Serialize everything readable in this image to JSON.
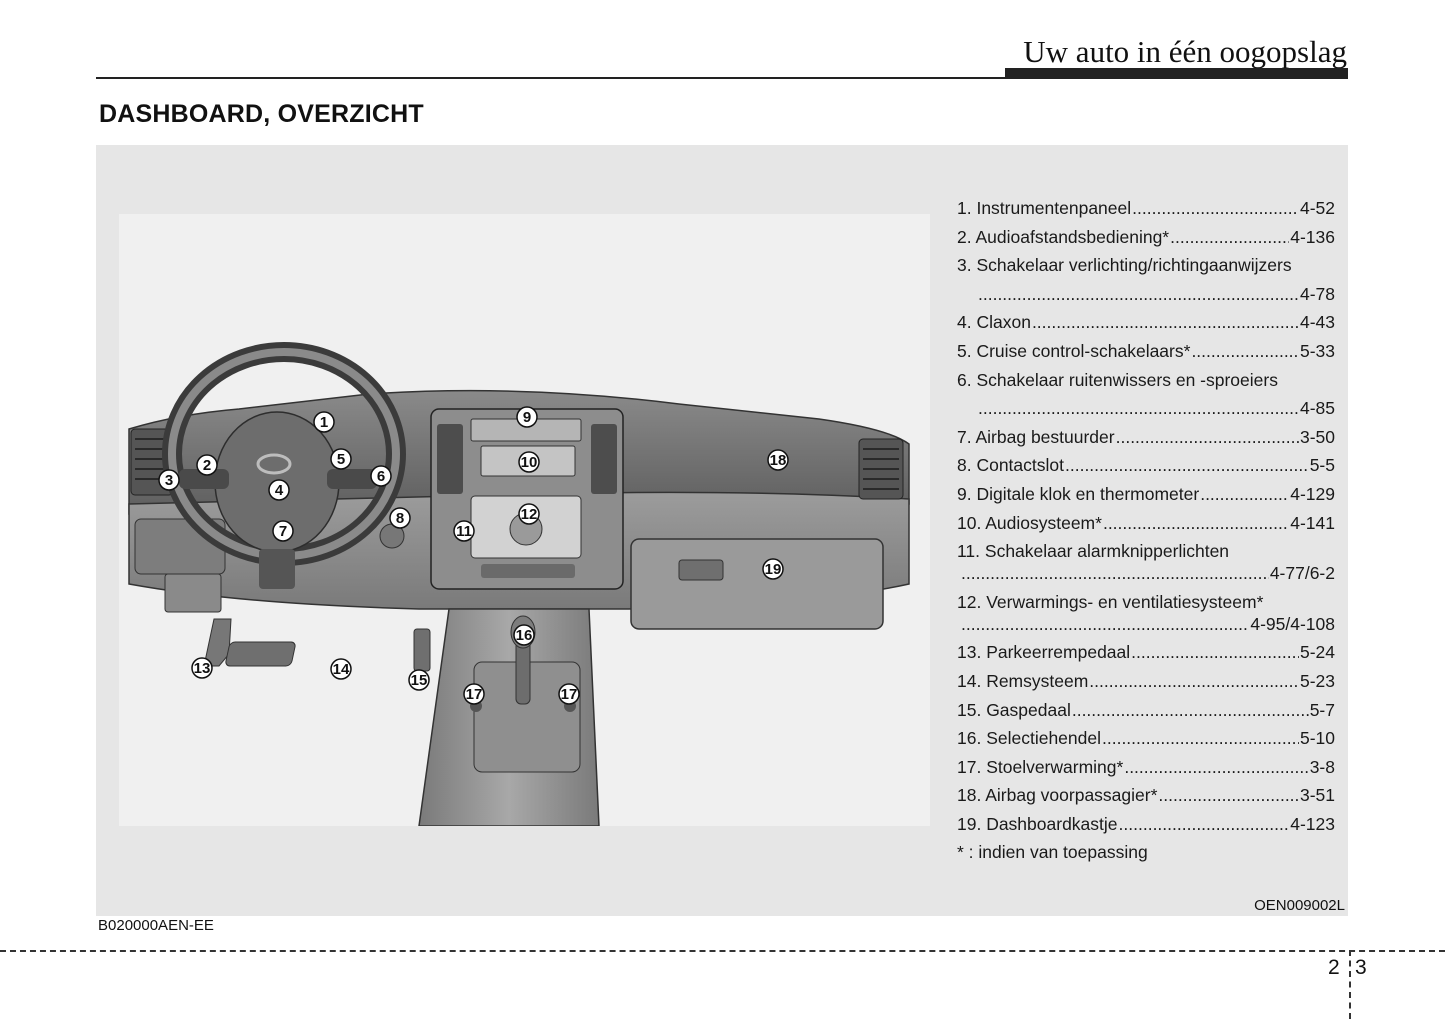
{
  "header": {
    "chapter_title": "Uw auto in één oogopslag"
  },
  "section_title": "DASHBOARD, OVERZICHT",
  "callouts": [
    "1",
    "2",
    "3",
    "4",
    "5",
    "6",
    "7",
    "8",
    "9",
    "10",
    "11",
    "12",
    "13",
    "14",
    "15",
    "16",
    "17",
    "17",
    "18",
    "19"
  ],
  "legend": [
    {
      "label": "1. Instrumentenpaneel",
      "page": "4-52"
    },
    {
      "label": "2. Audioafstandsbediening*",
      "page": "4-136"
    },
    {
      "label": "3. Schakelaar verlichting/richtingaanwijzers",
      "page": "4-78"
    },
    {
      "label": "4. Claxon",
      "page": "4-43"
    },
    {
      "label": "5. Cruise control-schakelaars*",
      "page": "5-33"
    },
    {
      "label": "6. Schakelaar ruitenwissers en -sproeiers",
      "page": "4-85"
    },
    {
      "label": "7. Airbag bestuurder",
      "page": "3-50"
    },
    {
      "label": "8. Contactslot",
      "page": "5-5"
    },
    {
      "label": "9. Digitale klok en thermometer",
      "page": "4-129"
    },
    {
      "label": "10. Audiosysteem*",
      "page": "4-141"
    },
    {
      "label": "11. Schakelaar alarmknipperlichten",
      "page": "4-77/6-2"
    },
    {
      "label": "12. Verwarmings- en ventilatiesysteem*",
      "page": "4-95/4-108"
    },
    {
      "label": "13. Parkeerrempedaal",
      "page": "5-24"
    },
    {
      "label": "14. Remsysteem",
      "page": "5-23"
    },
    {
      "label": "15. Gaspedaal",
      "page": "5-7"
    },
    {
      "label": "16. Selectiehendel",
      "page": "5-10"
    },
    {
      "label": "17. Stoelverwarming*",
      "page": "3-8"
    },
    {
      "label": "18. Airbag voorpassagier*",
      "page": "3-51"
    },
    {
      "label": "19. Dashboardkastje",
      "page": "4-123"
    }
  ],
  "note": "* : indien van toepassing",
  "figure_code": "OEN009002L",
  "doc_code": "B020000AEN-EE",
  "page_numbers": {
    "left": "2",
    "right": "3"
  }
}
